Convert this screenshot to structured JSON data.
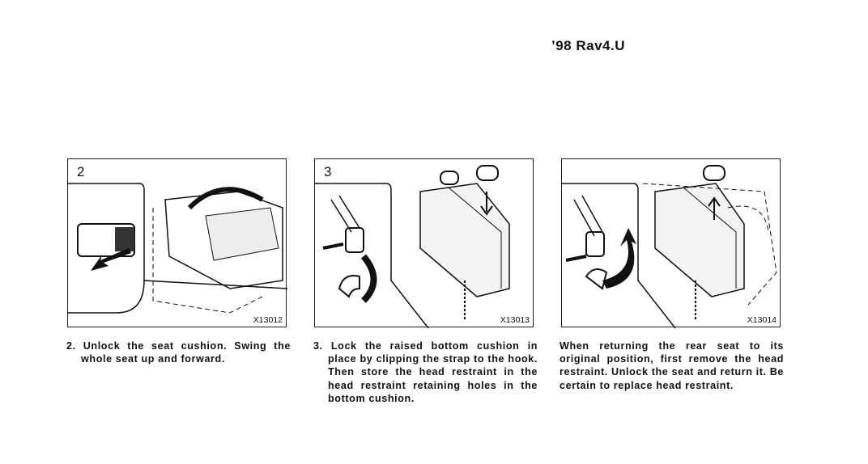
{
  "header": {
    "title": "’98 Rav4.U"
  },
  "figures": [
    {
      "step": "2",
      "code": "X13012",
      "caption": "2. Unlock the seat cushion. Swing the whole seat up and forward."
    },
    {
      "step": "3",
      "code": "X13013",
      "caption": "3. Lock the raised bottom cushion in place by clipping the strap to the hook. Then store the head restraint in the head restraint retaining holes in the bottom cushion."
    },
    {
      "step": "",
      "code": "X13014",
      "caption": "When returning the rear seat to its original position, first remove the head restraint. Unlock the seat and return it. Be certain to replace head restraint."
    }
  ]
}
